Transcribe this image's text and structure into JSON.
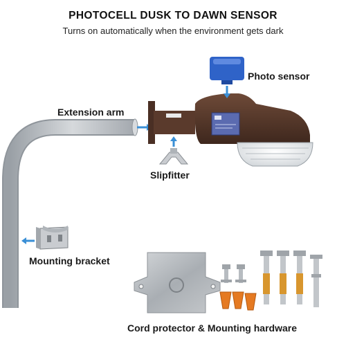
{
  "header": {
    "title": "PHOTOCELL DUSK TO DAWN SENSOR",
    "subtitle": "Turns on automatically when the environment gets dark"
  },
  "labels": {
    "photo_sensor": "Photo sensor",
    "extension_arm": "Extension arm",
    "slipfitter": "Slipfitter",
    "mounting_bracket": "Mounting bracket",
    "cord_hardware": "Cord protector & Mounting hardware"
  },
  "colors": {
    "arrow": "#3a8fd6",
    "sensor": "#2f63c8",
    "housing": "#5a3a2c",
    "arm": "#b9bec4",
    "metal": "#c9ccd0",
    "orange": "#e57a22"
  }
}
